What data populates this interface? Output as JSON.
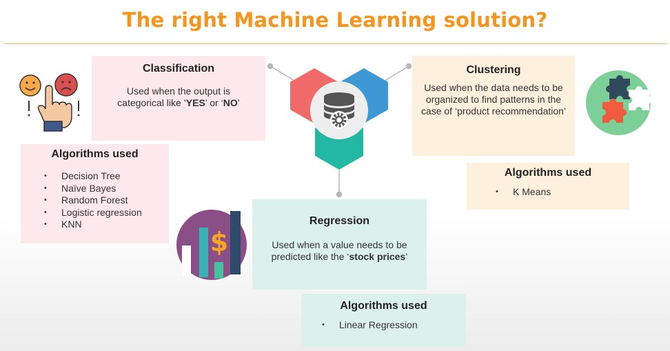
{
  "title": "The right Machine Learning solution?",
  "colors": {
    "title": "#f7941d",
    "hex_top_left": "#f06a6a",
    "hex_top_right": "#3d98d3",
    "hex_bottom": "#22b8a4",
    "classification_bg": "#fde9eb",
    "clustering_bg": "#fdf0dd",
    "regression_bg": "#dcf0ec"
  },
  "classification": {
    "heading": "Classification",
    "description_parts": [
      "Used when the output is categorical like ’",
      "YES",
      "’ or ‘",
      "NO",
      "’"
    ],
    "algorithms_heading": "Algorithms used",
    "algorithms": [
      "Decision Tree",
      "Naïve Bayes",
      "Random Forest",
      "Logistic regression",
      "KNN"
    ],
    "icon": "happy-sad-faces-pointing-hand-icon"
  },
  "clustering": {
    "heading": "Clustering",
    "description": "Used when the data needs to be organized to find patterns in the case of ‘product recommendation’",
    "algorithms_heading": "Algorithms used",
    "algorithms": [
      "K Means"
    ],
    "icon": "puzzle-pieces-icon"
  },
  "regression": {
    "heading": "Regression",
    "description_parts": [
      "Used when a value needs to be predicted like the ‘",
      "stock prices",
      "’"
    ],
    "algorithms_heading": "Algorithms used",
    "algorithms": [
      "Linear Regression"
    ],
    "icon": "dollar-bar-chart-icon"
  },
  "center_icon": "database-gear-icon"
}
